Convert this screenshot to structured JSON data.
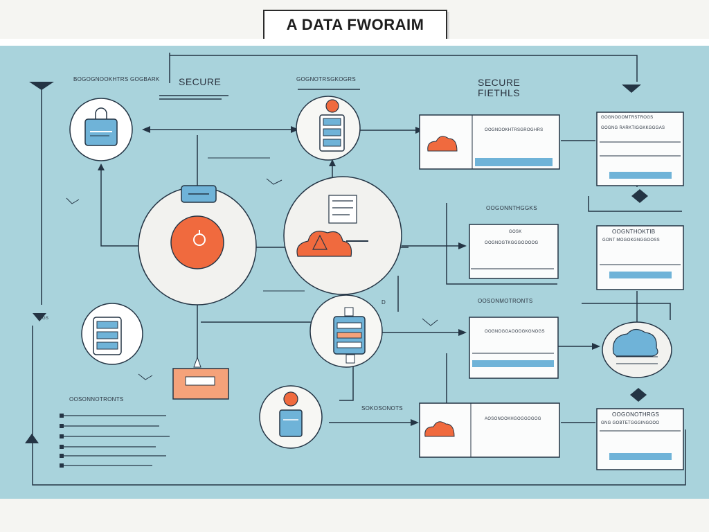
{
  "title": "A DATA FWORAIM",
  "labels": {
    "top_left": "BOGOGNOOKHTRS GOGBARK",
    "secure_left": "SECURE",
    "top_center": "GOGNOTRSGKOGRS",
    "secure_fields": "SECURE FIETHLS",
    "right_panel_1": "GOGNOGOMTRSTROGS",
    "right_panel_1_sub": "GOGNG RARKTIGGKKGGGAS",
    "mid_header": "OOGONNTHGGKS",
    "mid_panel_sub": "GOSK",
    "right_panel_2": "OOGNTHOKTIB",
    "right_panel_2_sub": "GONT MOGOKGNGGOOSS",
    "lower_header": "OOSONMOTRONTS",
    "left_list_header": "OOSONNOTRONTS",
    "bottom_center": "SOKOSONOTS",
    "right_panel_3": "OOGONOTHRGS",
    "right_panel_3_sub": "GNG GOBTETGGGINGOOO",
    "small_tag": "GGS",
    "panel_text_a": "OOGNOOKHTRSGROGHRS",
    "panel_text_b": "OOGNOGTKGGGOOOOG",
    "panel_text_c": "OOGNOGGAOOOGKGNOGS",
    "panel_text_d": "AOSONOOKHGOGGOGOG",
    "small_d": "D"
  },
  "colors": {
    "background": "#a9d3dc",
    "accent": "#f06a3e",
    "node_blue": "#6fb3d8",
    "dark_line": "#243444",
    "peach": "#f5a27a"
  },
  "icons": [
    "lock-icon",
    "database-icon",
    "cloud-alert-icon",
    "server-icon",
    "folder-icon",
    "document-icon"
  ]
}
